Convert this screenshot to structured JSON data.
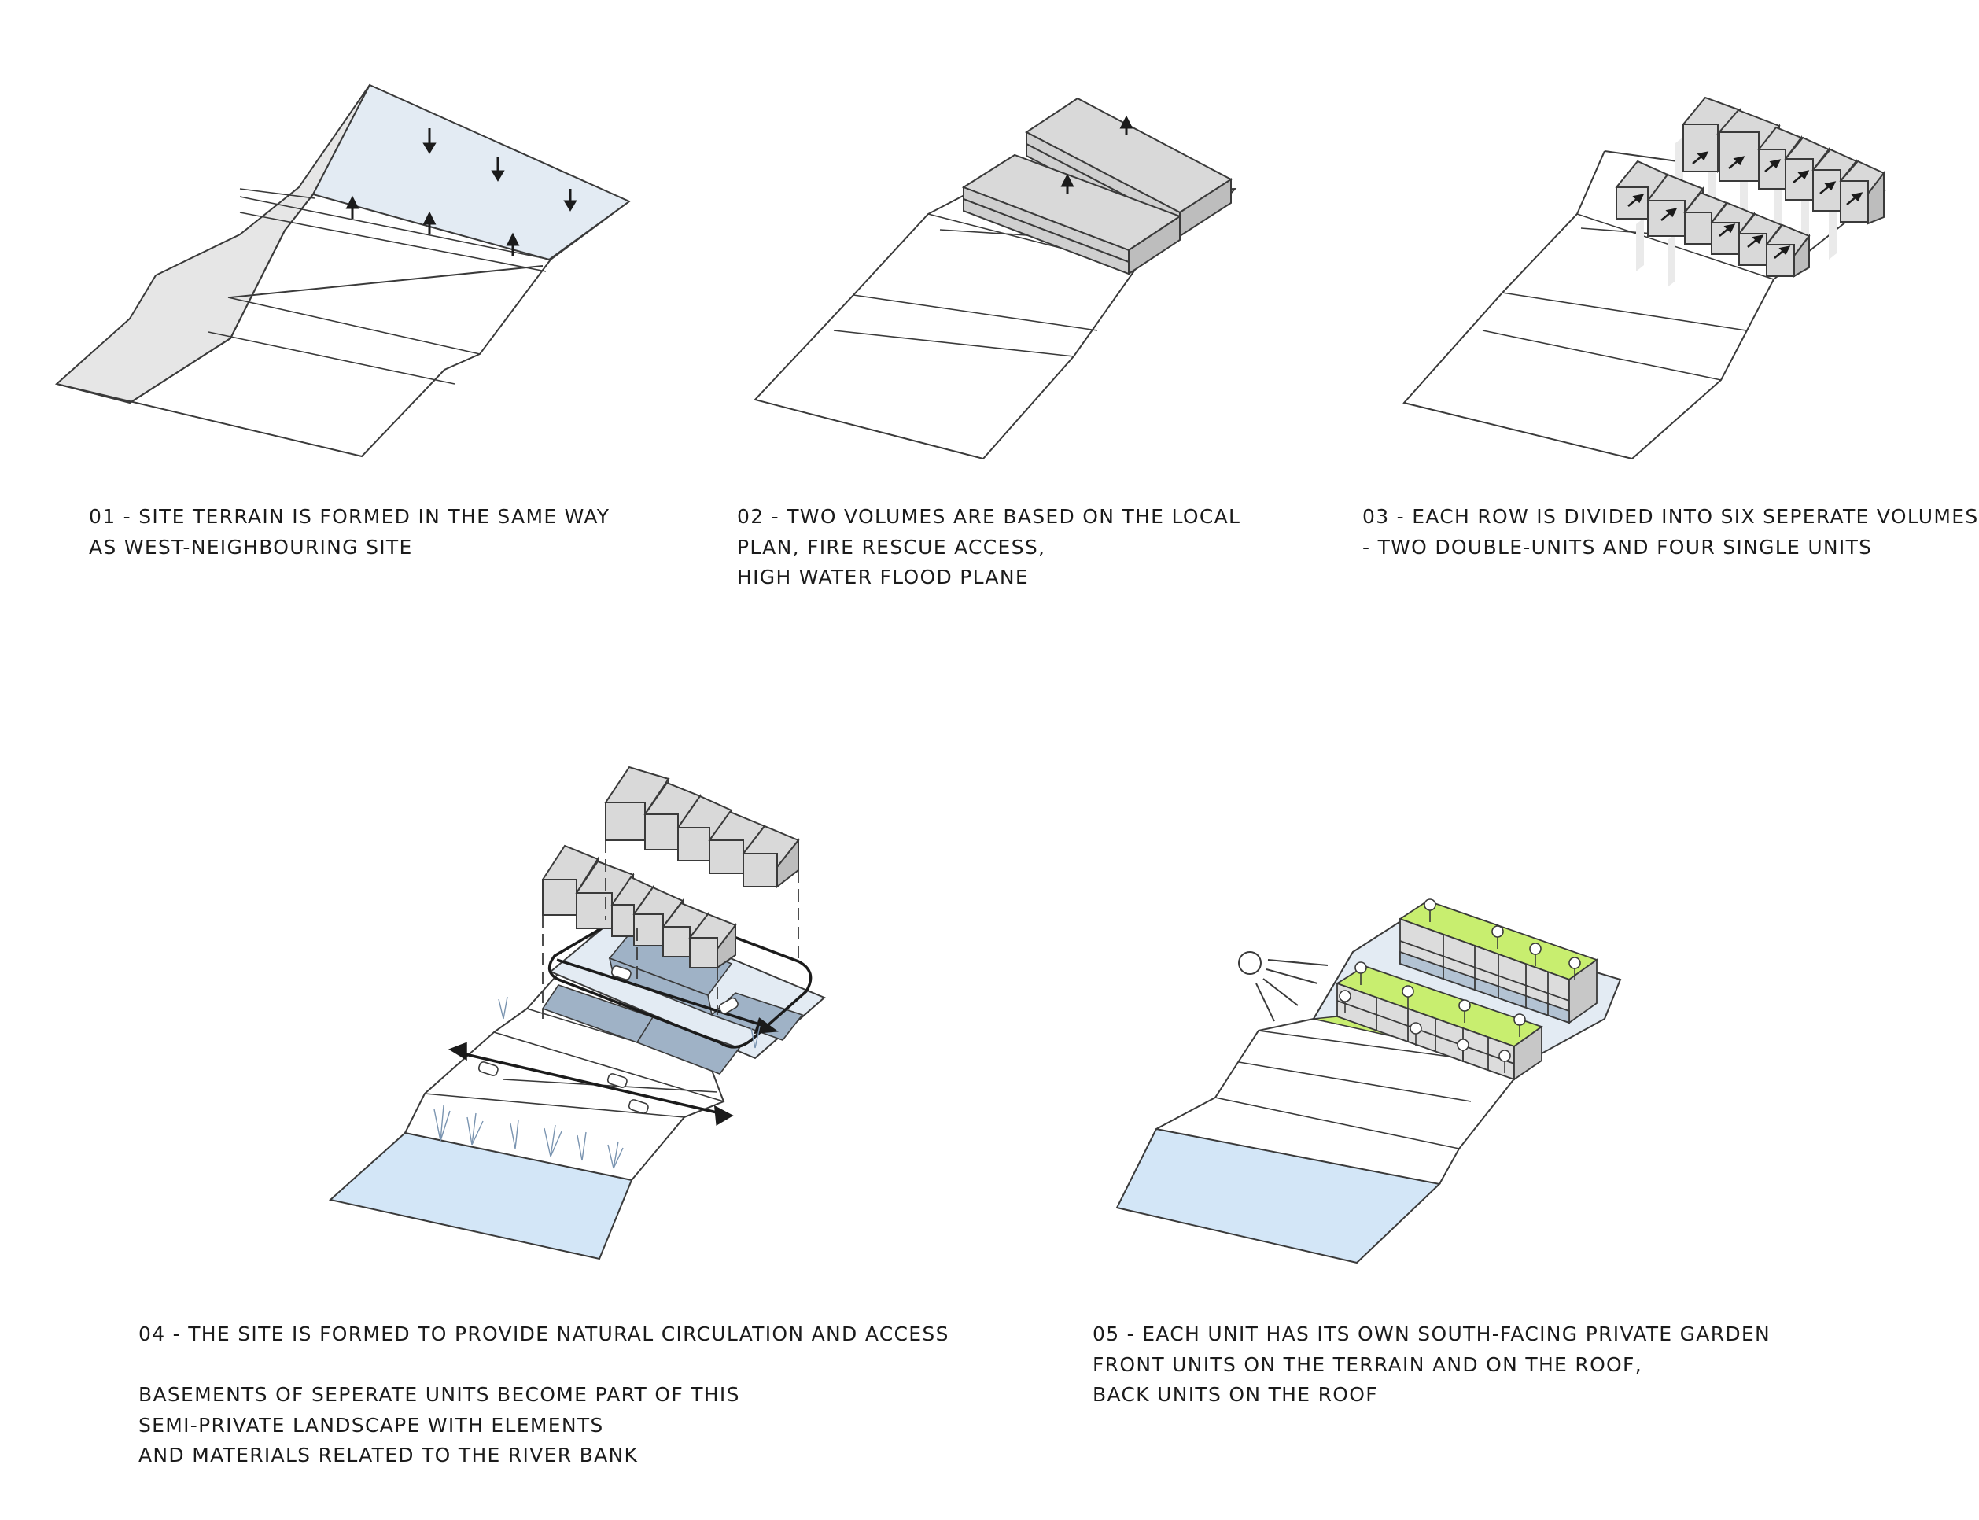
{
  "colors": {
    "line": "#3a3a3a",
    "neighbour_fill": "#e6e6e6",
    "flood_fill": "#e3ebf3",
    "volume_fill": "#d9d9d9",
    "basement_fill": "#9fb2c6",
    "water_fill": "#d3e6f7",
    "garden_green": "#c8ee6f"
  },
  "steps": [
    {
      "number": "01",
      "lines": [
        "01 - SITE TERRAIN IS FORMED IN THE SAME WAY",
        "AS WEST-NEIGHBOURING SITE"
      ]
    },
    {
      "number": "02",
      "lines": [
        "02 - TWO VOLUMES ARE BASED ON THE LOCAL",
        "PLAN, FIRE RESCUE ACCESS,",
        "HIGH WATER FLOOD PLANE"
      ]
    },
    {
      "number": "03",
      "lines": [
        "03 - EACH ROW IS DIVIDED INTO SIX SEPERATE VOLUMES",
        "- TWO DOUBLE-UNITS AND FOUR SINGLE UNITS"
      ]
    },
    {
      "number": "04",
      "lines": [
        "04 - THE SITE IS FORMED TO PROVIDE NATURAL CIRCULATION AND ACCESS",
        "",
        "BASEMENTS OF SEPERATE UNITS BECOME PART OF THIS",
        "SEMI-PRIVATE LANDSCAPE WITH ELEMENTS",
        "AND MATERIALS RELATED TO THE RIVER BANK"
      ]
    },
    {
      "number": "05",
      "lines": [
        "05 - EACH UNIT HAS ITS OWN SOUTH-FACING PRIVATE GARDEN",
        "FRONT UNITS ON THE TERRAIN AND ON THE ROOF,",
        "BACK UNITS ON THE ROOF"
      ]
    }
  ]
}
